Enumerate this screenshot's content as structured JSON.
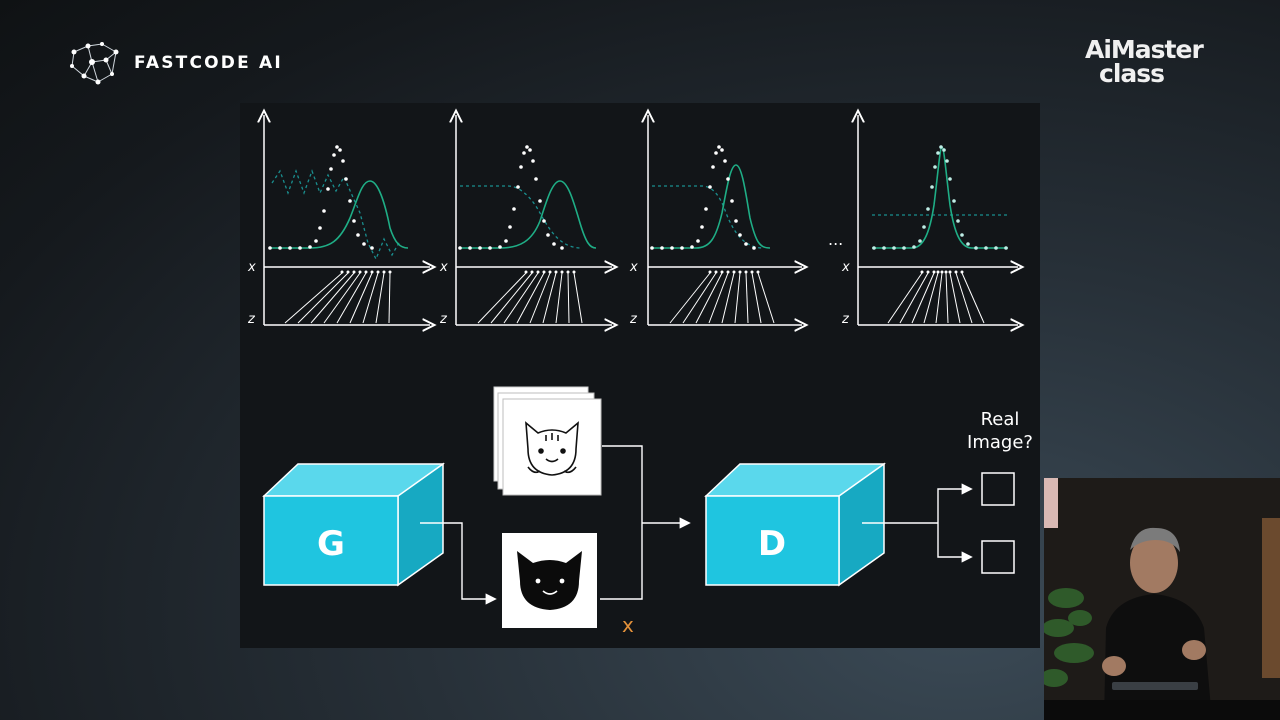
{
  "brand": {
    "name": "FASTCODE AI",
    "partner_line1": "AiMaster",
    "partner_line2": "class"
  },
  "diagram": {
    "axis_x_label": "x",
    "axis_z_label": "z",
    "ellipsis": "...",
    "generator_label": "G",
    "discriminator_label": "D",
    "question_line1": "Real",
    "question_line2": "Image?",
    "input_label": "x"
  },
  "colors": {
    "box_face": "#1fc5e0",
    "box_top": "#5ad8ec",
    "box_side": "#17a9c2",
    "curve_green": "#1fae86",
    "dashed_teal": "#1a8f8f"
  }
}
